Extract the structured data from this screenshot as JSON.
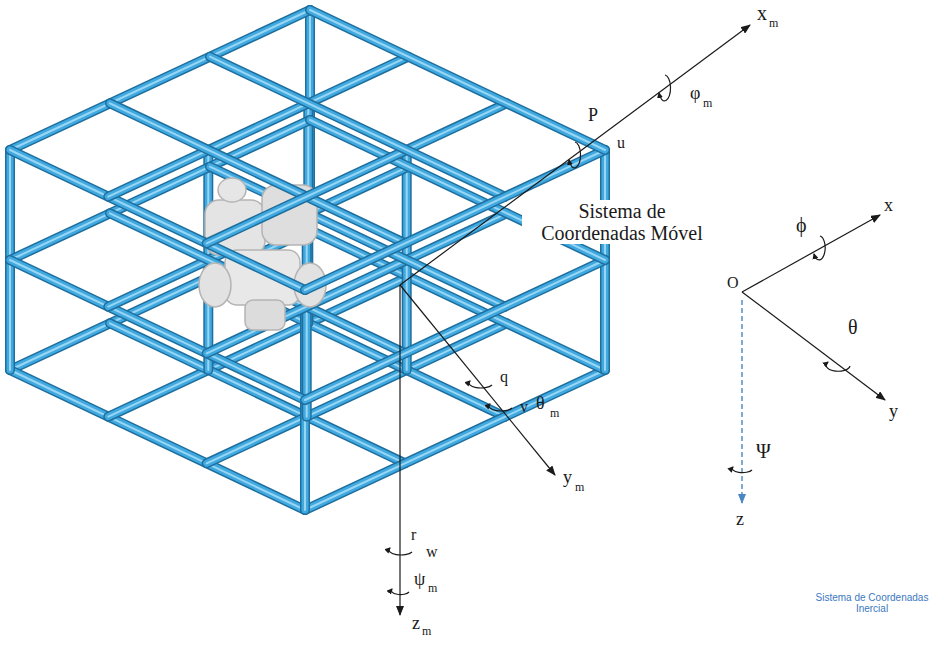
{
  "diagram": {
    "labels": [
      "x",
      "m",
      "P",
      "u",
      "φ",
      "m",
      "Sistema de Coordenadas Móvel",
      "q",
      "v",
      "θ",
      "m",
      "y",
      "m",
      "r",
      "w",
      "ψ",
      "m",
      "z",
      "m",
      "x",
      "ϕ",
      "O",
      "θ",
      "y",
      "Ψ",
      "z",
      "Sistema de Coordenadas Inercial"
    ]
  }
}
